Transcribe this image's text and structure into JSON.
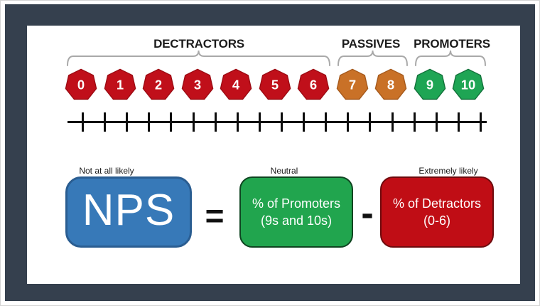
{
  "frame": {
    "border_color": "#35404e",
    "canvas_color": "#ffffff"
  },
  "groups": [
    {
      "id": "detractors",
      "label": "DECTRACTORS",
      "fill": "#c00f1a",
      "border": "#9c0b13",
      "values": [
        0,
        1,
        2,
        3,
        4,
        5,
        6
      ]
    },
    {
      "id": "passives",
      "label": "PASSIVES",
      "fill": "#c97127",
      "border": "#a5591c",
      "values": [
        7,
        8
      ]
    },
    {
      "id": "promoters",
      "label": "PROMOTERS",
      "fill": "#1ea554",
      "border": "#12713a",
      "values": [
        9,
        10
      ]
    }
  ],
  "scale": {
    "tick_count": 19,
    "min_label": "Not at all likely",
    "mid_label": "Neutral",
    "max_label": "Extremely likely"
  },
  "formula": {
    "nps": {
      "label": "NPS",
      "fill": "#3779b8",
      "border": "#2a5d91"
    },
    "equals_sign": "=",
    "promoters_box": {
      "line1": "% of Promoters",
      "line2": "(9s and 10s)",
      "fill": "#21a54e",
      "border": "#0e4420"
    },
    "minus_sign": "-",
    "detractors_box": {
      "line1": "% of Detractors",
      "line2": "(0-6)",
      "fill": "#c00d15",
      "border": "#6e0a0d"
    }
  },
  "brace_color": "#a9a9a9"
}
